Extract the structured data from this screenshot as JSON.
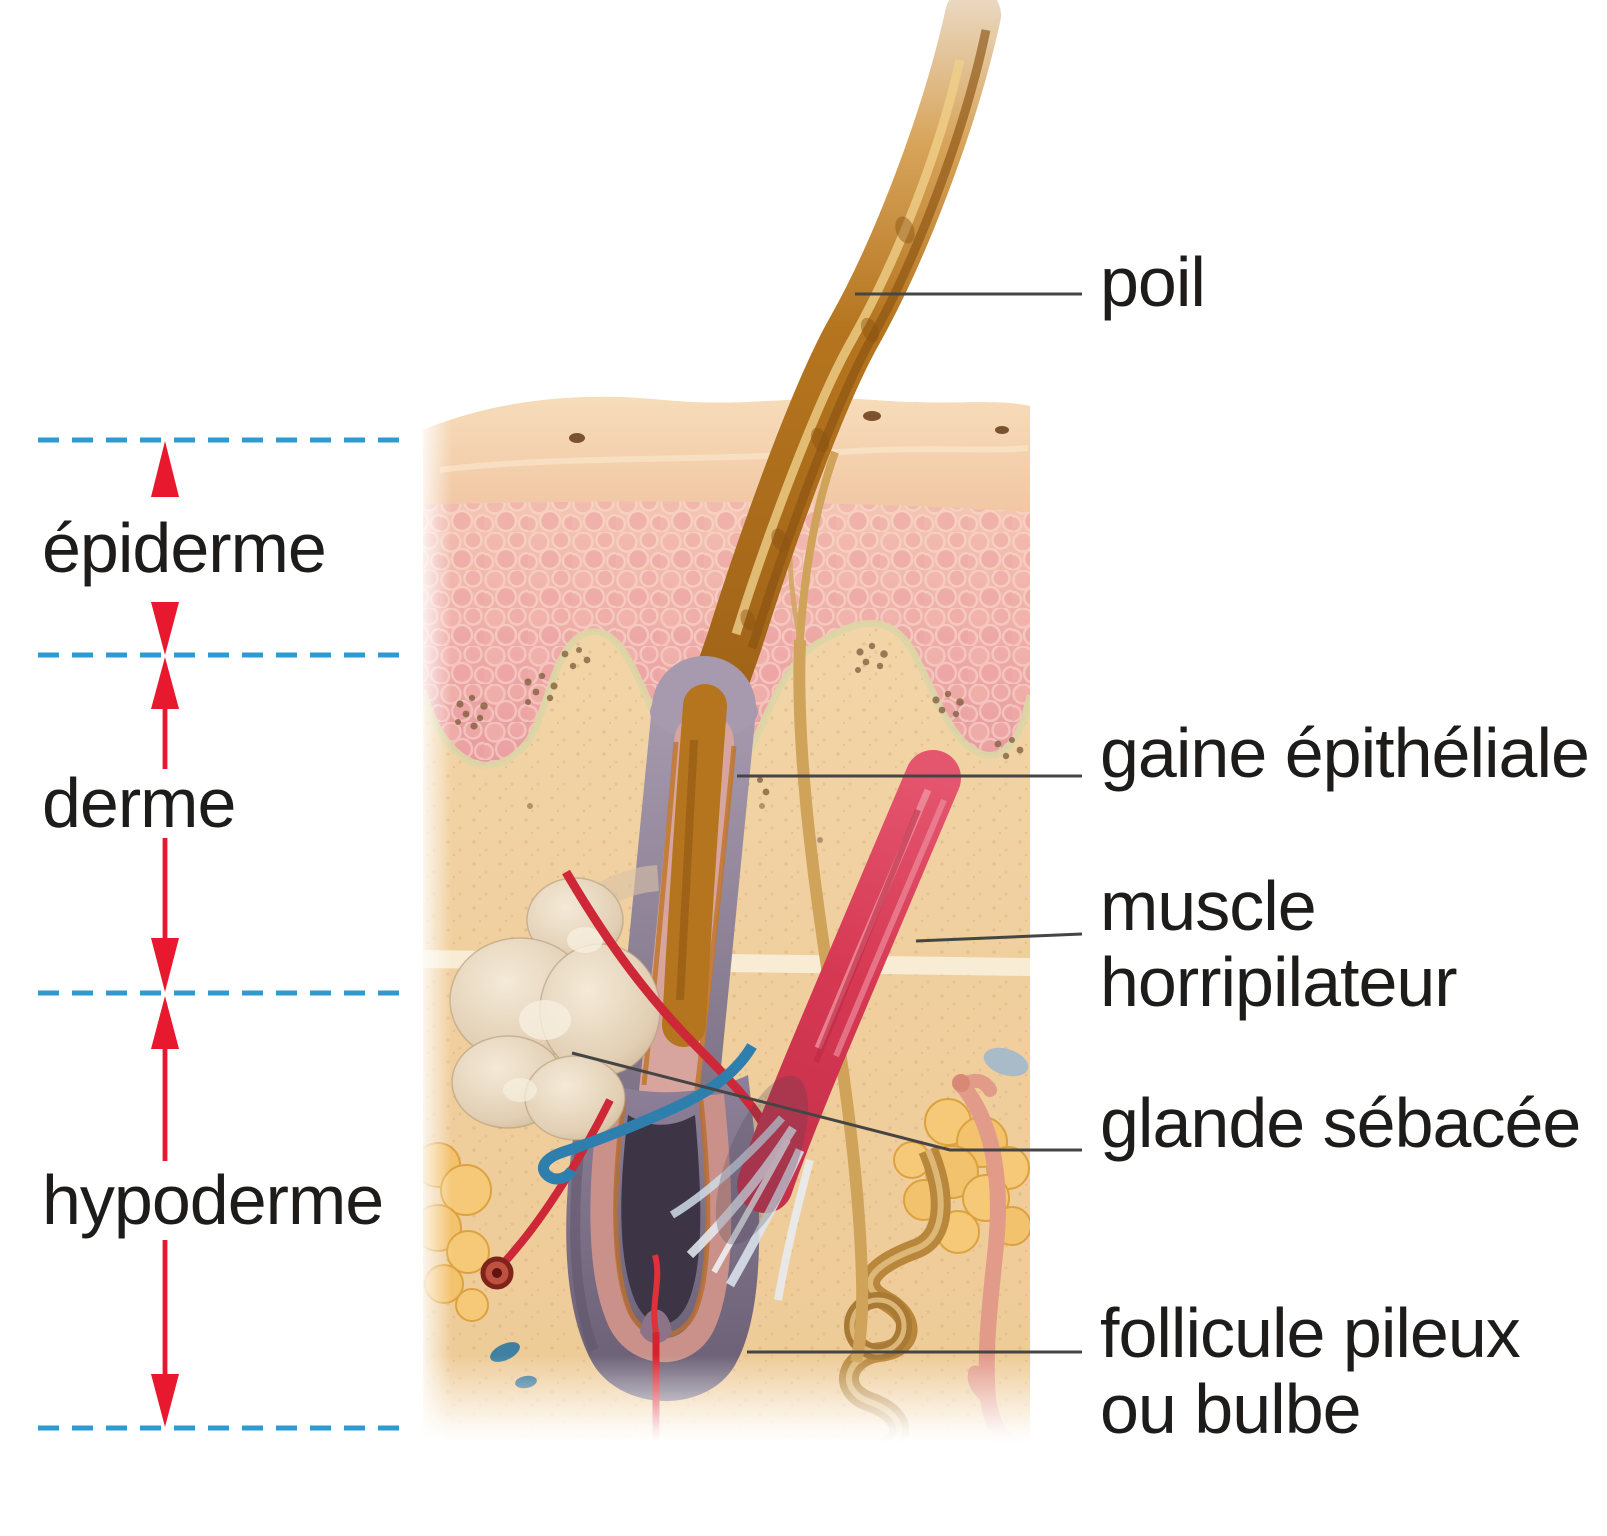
{
  "figure": {
    "description": "Coupe anatomique de la peau montrant un poil et son follicule",
    "language": "fr"
  },
  "layer_labels": [
    {
      "id": "epiderme",
      "label": "épiderme"
    },
    {
      "id": "derme",
      "label": "derme"
    },
    {
      "id": "hypoderme",
      "label": "hypoderme"
    }
  ],
  "part_labels": [
    {
      "id": "poil",
      "label": "poil"
    },
    {
      "id": "gaine-epitheliale",
      "label": "gaine épithéliale"
    },
    {
      "id": "muscle-horripilateur",
      "label": "muscle horripilateur"
    },
    {
      "id": "glande-sebacee",
      "label": "glande sébacée"
    },
    {
      "id": "follicule-pileux",
      "label": "follicule pileux ou bulbe"
    }
  ],
  "colors": {
    "arrow_red": "#e8182e",
    "dashed_line_blue": "#2f9ad0",
    "label_text": "#1d1c1a",
    "leader_line": "#454545",
    "epidermis_surface": "#f3cda7",
    "epidermis_pink": "#e5959c",
    "dermis_tan": "#f1d1a2",
    "hair_brown": "#a8671a",
    "follicle_gray": "#8a7d92",
    "bulb_dark": "#3d3545",
    "sebaceous_gland": "#e2cfb4",
    "muscle_red": "#d63852",
    "vessel_red": "#ce2737",
    "vessel_blue": "#2e7fae",
    "nerve_yellow": "#cfa45a",
    "fat_yellow": "#f3c26d",
    "sweat_gland": "#b8873c"
  }
}
